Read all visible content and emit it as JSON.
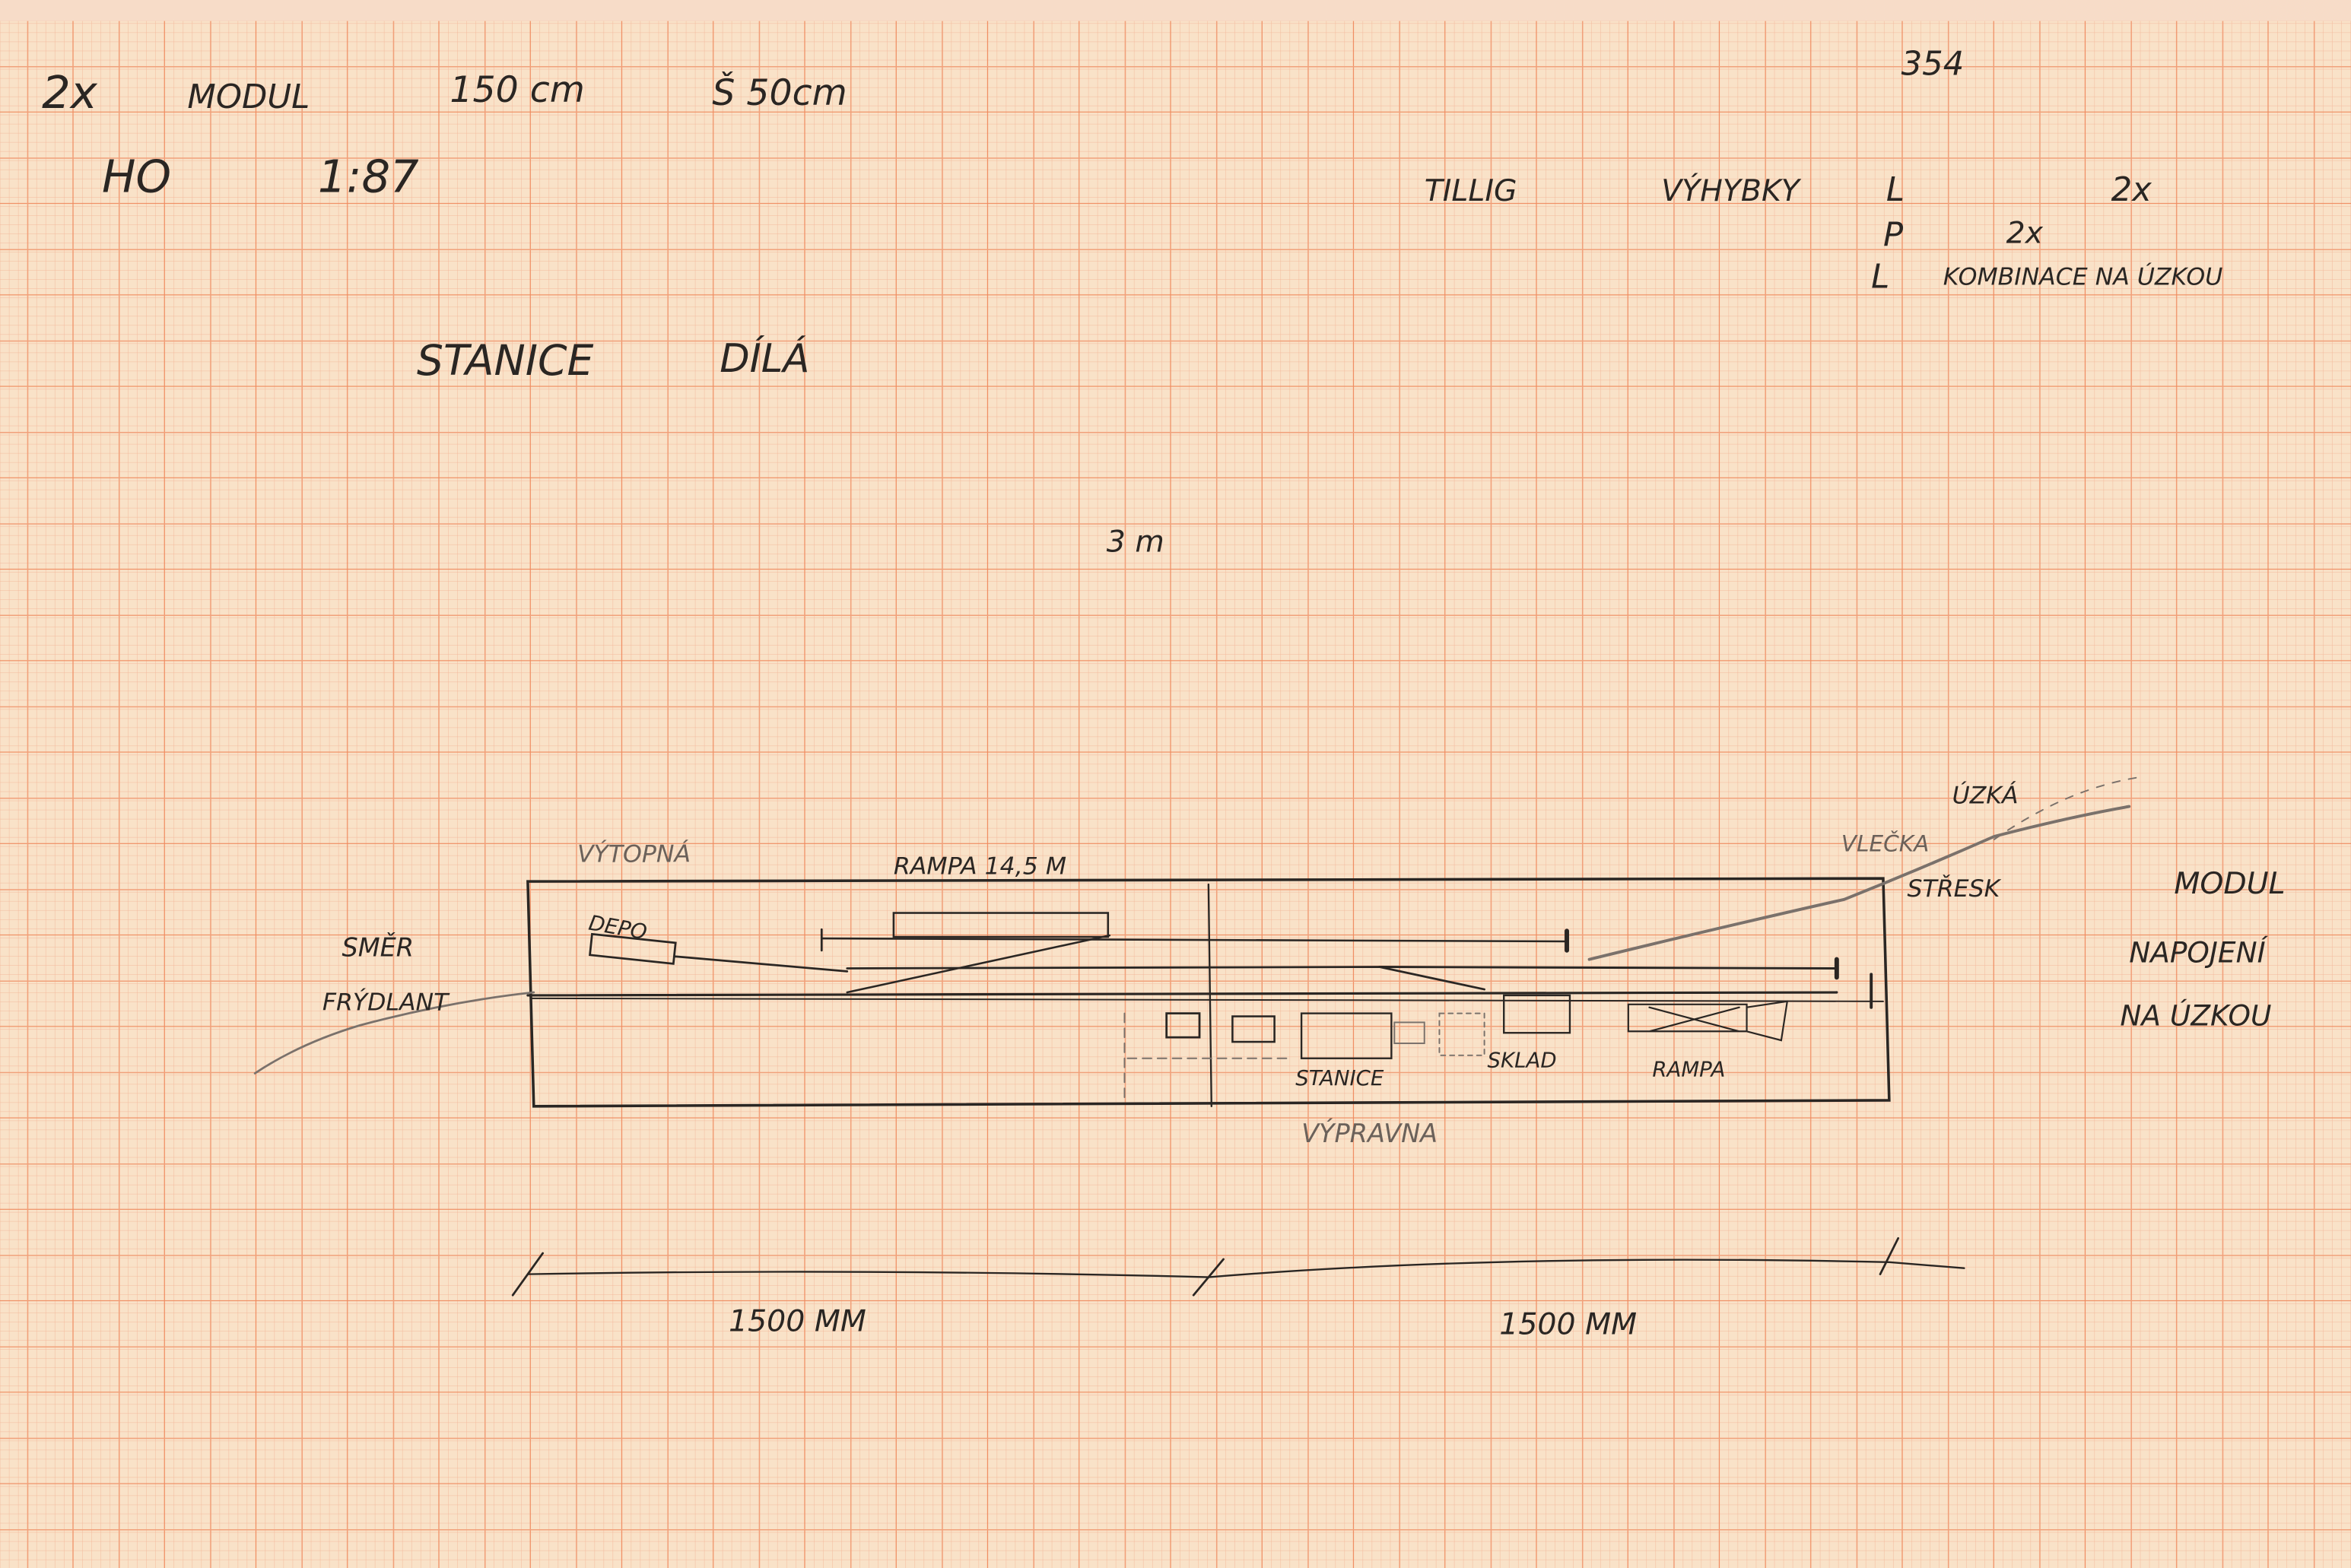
{
  "header": {
    "count": "2x",
    "module": "MODUL",
    "length": "150 cm",
    "width": "Š 50cm",
    "gauge": "HO",
    "scale": "1:87",
    "title_1": "STANICE",
    "title_2": "DÍLÁ",
    "page_number": "354"
  },
  "turnouts": {
    "brand": "TILLIG",
    "label": "VÝHYBKY",
    "rows": [
      {
        "side": "L",
        "qty": "2x"
      },
      {
        "side": "P",
        "qty": "2x"
      },
      {
        "side": "L",
        "qty": "KOMBINACE NA ÚZKOU"
      }
    ]
  },
  "plan": {
    "overall_length": "3 m",
    "vytopna": "VÝTOPNÁ",
    "ramp_top": "RAMPA 14,5 M",
    "depot": "DEPO",
    "direction_1": "SMĚR",
    "direction_2": "FRÝDLANT",
    "narrow": "ÚZKÁ",
    "siding_1": "VLEČKA",
    "siding_2": "STŘESK",
    "module_join_1": "MODUL",
    "module_join_2": "NAPOJENÍ",
    "module_join_3": "NA ÚZKOU",
    "station": "STANICE",
    "warehouse": "SKLAD",
    "ramp_bottom": "RAMPA",
    "station_building": "VÝPRAVNA",
    "dim_left": "1500 MM",
    "dim_right": "1500 MM"
  },
  "colors": {
    "paper": "#f9e0c6",
    "grid_minor": "#f3b79a",
    "grid_major": "#ef8a5e",
    "ink": "#2a2623"
  }
}
